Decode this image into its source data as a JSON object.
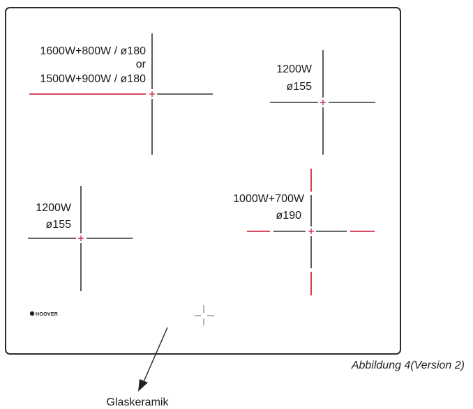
{
  "zones": {
    "top_left": {
      "line1": "1600W+800W / ø180",
      "line2": "or",
      "line3": "1500W+900W / ø180"
    },
    "top_right": {
      "line1": "1200W",
      "line2": "ø155"
    },
    "bottom_left": {
      "line1": "1200W",
      "line2": "ø155"
    },
    "bottom_right": {
      "line1": "1000W+700W",
      "line2": "ø190"
    }
  },
  "brand": {
    "logo_text": "HOOVER"
  },
  "callout": {
    "label": "Glaskeramik"
  },
  "caption": {
    "text": "Abbildung 4(Version 2)"
  },
  "colors": {
    "outline": "#2b2b2b",
    "accent": "#c8102e",
    "line": "#333333"
  },
  "icons": {
    "logo": "hoover-logo-icon",
    "arrow": "arrow-icon"
  }
}
